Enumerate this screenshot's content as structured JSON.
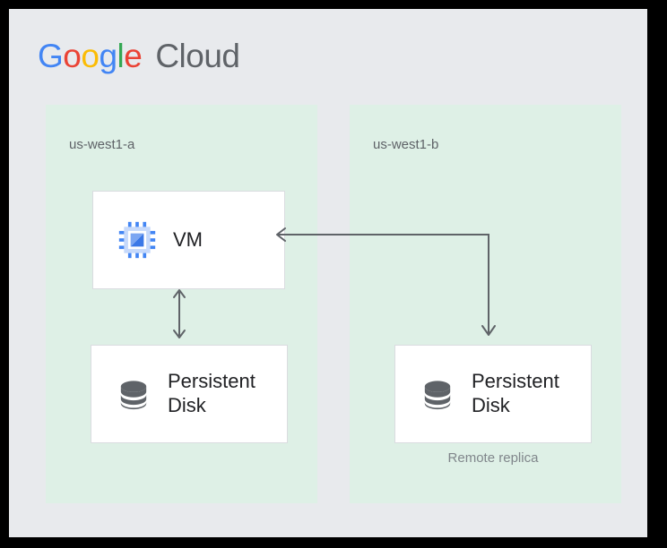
{
  "brand": {
    "google_letters": [
      {
        "char": "G",
        "color": "#4285F4"
      },
      {
        "char": "o",
        "color": "#EA4335"
      },
      {
        "char": "o",
        "color": "#FBBC05"
      },
      {
        "char": "g",
        "color": "#4285F4"
      },
      {
        "char": "l",
        "color": "#34A853"
      },
      {
        "char": "e",
        "color": "#EA4335"
      }
    ],
    "cloud_word": "Cloud"
  },
  "colors": {
    "frame": "#000000",
    "canvas": "#E8EAED",
    "zone_fill": "#DEF0E6",
    "node_fill": "#FFFFFF",
    "node_border": "#DADCE0",
    "arrow": "#5F6368",
    "label_text": "#5F6368",
    "node_text": "#202124",
    "caption_text": "#80868B",
    "cpu_icon": "#4285F4",
    "cpu_icon_light": "#C6D9FB",
    "cpu_icon_dark": "#3B78E7",
    "disk_icon": "#5F6368"
  },
  "zones": [
    {
      "id": "us-west1-a",
      "label": "us-west1-a",
      "nodes": [
        {
          "id": "vm",
          "label": "VM",
          "icon": "cpu-icon"
        },
        {
          "id": "persistent-disk-a",
          "label": "Persistent\nDisk",
          "icon": "database-icon"
        }
      ],
      "caption": ""
    },
    {
      "id": "us-west1-b",
      "label": "us-west1-b",
      "nodes": [
        {
          "id": "persistent-disk-b",
          "label": "Persistent\nDisk",
          "icon": "database-icon"
        }
      ],
      "caption": "Remote replica"
    }
  ],
  "connectors": [
    {
      "id": "vm-to-disk-a",
      "from": "vm",
      "to": "persistent-disk-a",
      "style": "bidirectional-vertical"
    },
    {
      "id": "replica-elbow",
      "from": "vm",
      "to": "persistent-disk-b",
      "style": "elbow-double-arrow"
    }
  ]
}
